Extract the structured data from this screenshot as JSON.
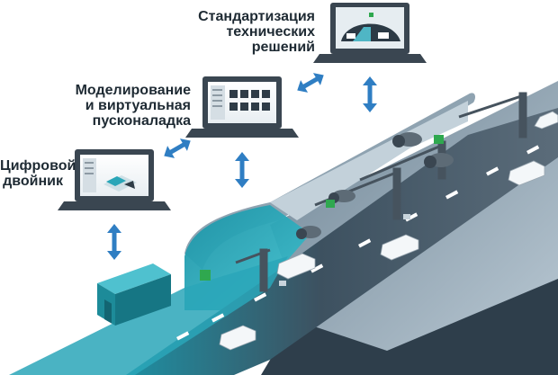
{
  "labels": {
    "standardization": {
      "line1": "Стандартизация",
      "line2": "технических решений"
    },
    "modeling": {
      "line1": "Моделирование",
      "line2": "и виртуальная пусконаладка"
    },
    "digital_twin": {
      "line1": "Цифровой",
      "line2": "двойник"
    }
  },
  "icons": [
    "laptop-icon",
    "building-icon",
    "bidirectional-arrow-icon",
    "car-icon",
    "jet-fan-icon",
    "emergency-exit-sign-icon",
    "traffic-sign-icon",
    "pedestrian-exit-icon"
  ],
  "colors": {
    "arrow": "#2f7ec3",
    "laptop_body": "#3a4651",
    "road": "#4a5865",
    "tunnel_teal": "#2aa6b8",
    "building": "#1d8b99",
    "text": "#1e2a33"
  }
}
